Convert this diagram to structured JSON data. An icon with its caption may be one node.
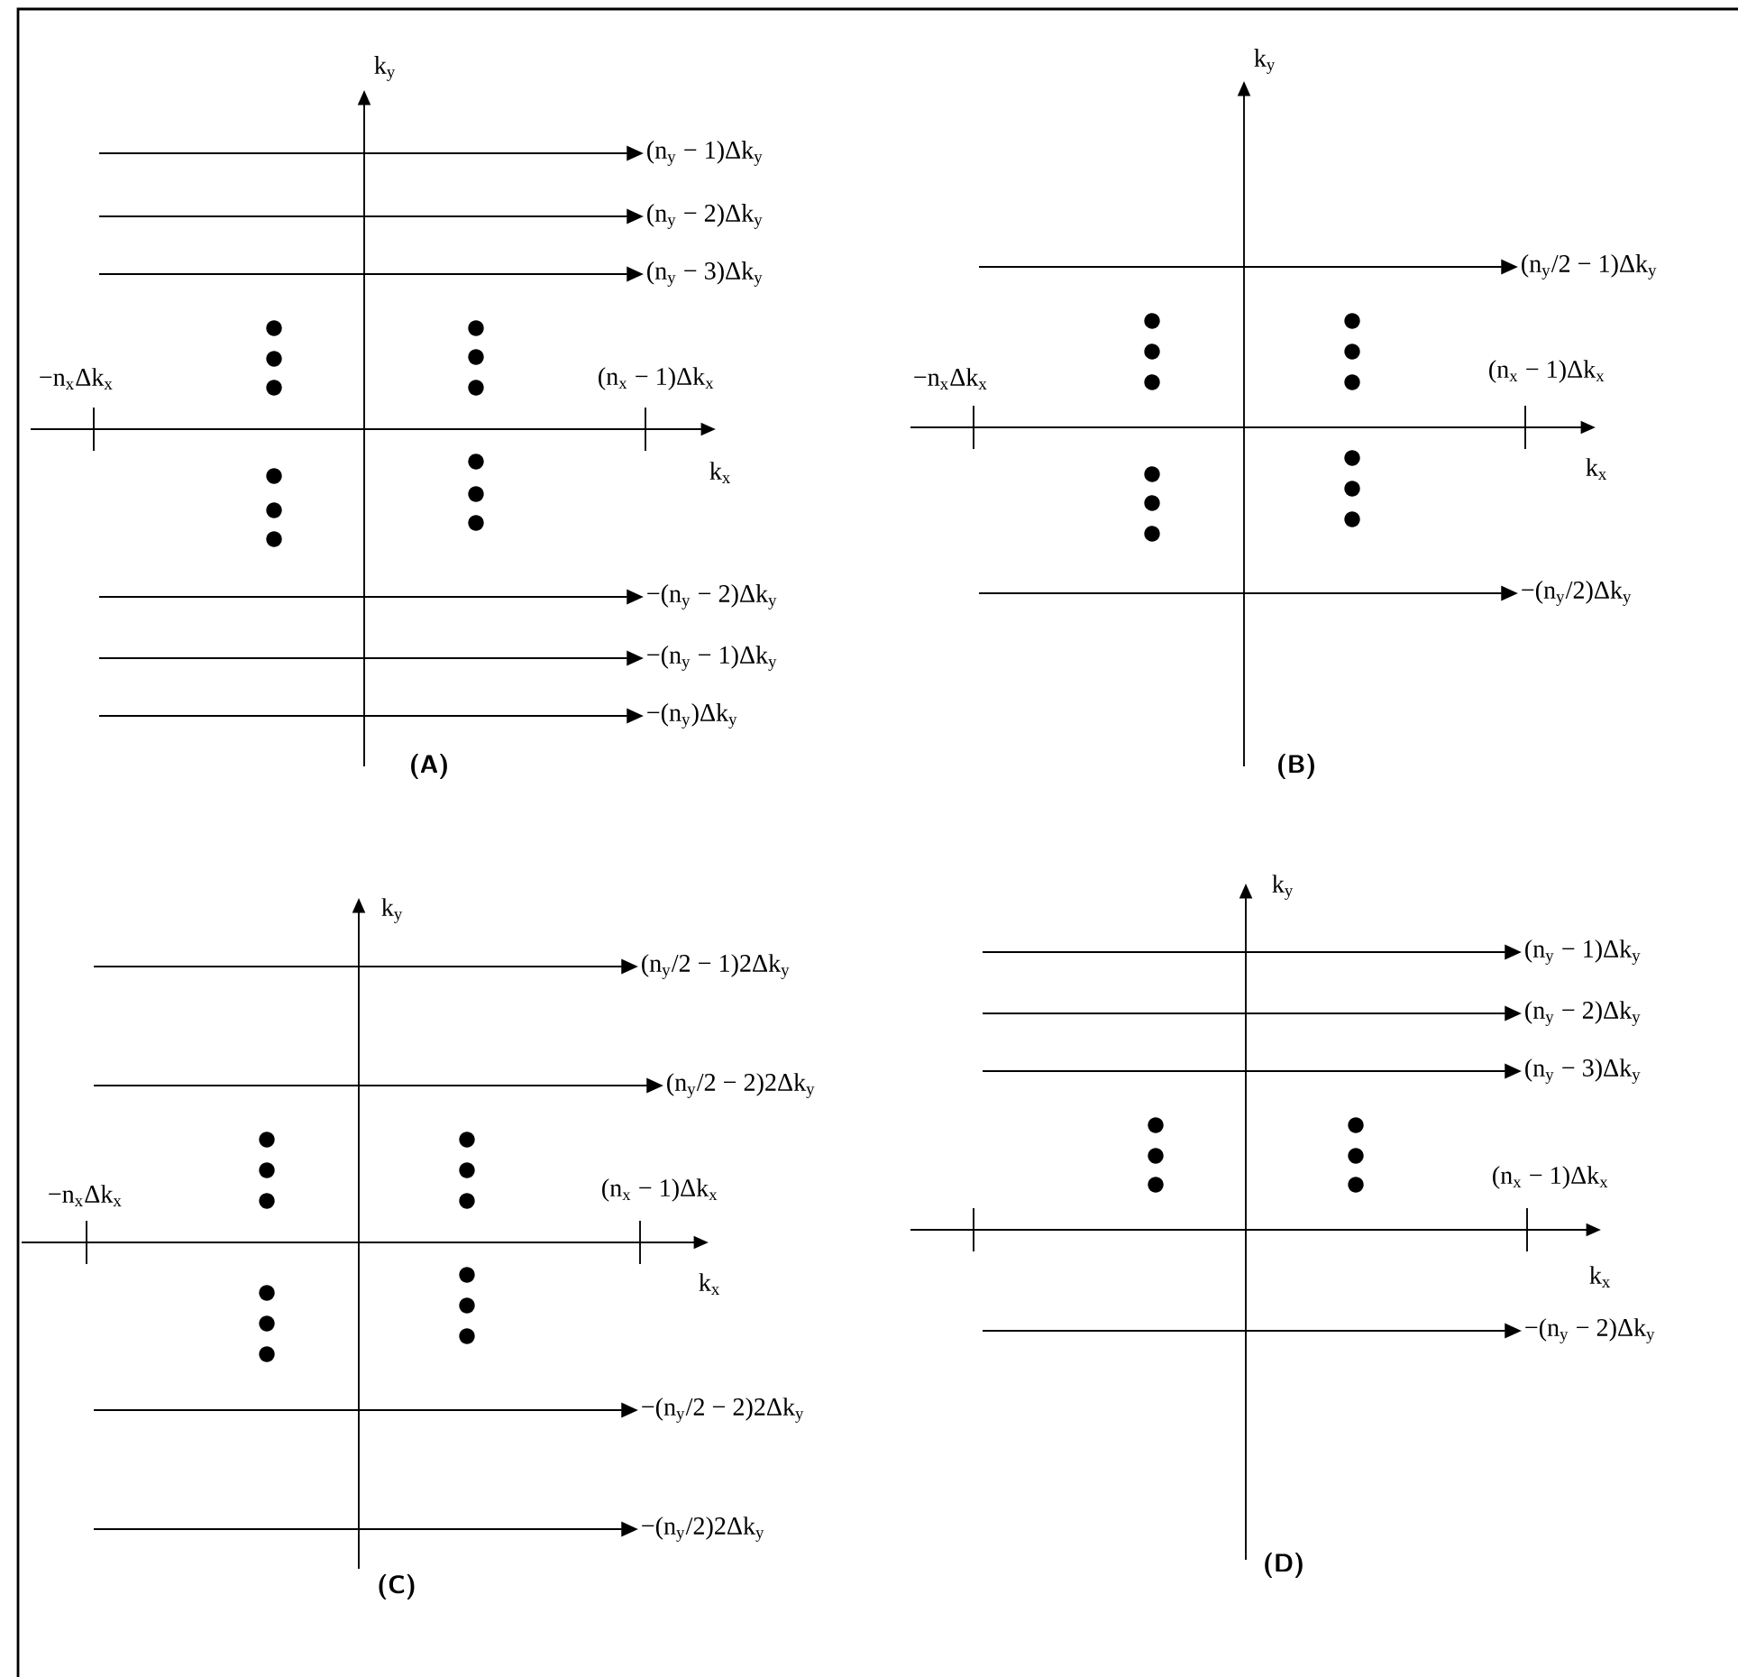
{
  "diagram": {
    "nodes": [
      {
        "text": [
          "(n$_{y}$ − 1)Δk$_{y}$"
        ]
      },
      {
        "text": [
          "(n$_{y}$ − 2)Δk$_{y}$"
        ]
      },
      {
        "text": [
          "(n$_{y}$ − 3)Δk$_{y}$"
        ]
      },
      {
        "text": [
          "−(n$_{y}$ − 2)Δk$_{y}$"
        ]
      },
      {
        "text": [
          "−(n$_{y}$ − 1)Δk$_{y}$"
        ]
      },
      {
        "text": [
          "−(n$_{y}$)Δk$_{y}$"
        ]
      },
      {
        "text": [
          "(n$_{y}$/2 − 1)Δk$_{y}$"
        ]
      },
      {
        "text": [
          "−(n$_{y}$/2)Δk$_{y}$"
        ]
      },
      {
        "text": [
          "(n$_{y}$/2 − 1)2Δk$_{y}$"
        ]
      },
      {
        "text": [
          "(n$_{y}$/2 − 2)2Δk$_{y}$"
        ]
      },
      {
        "text": [
          "−(n$_{y}$/2 − 2)2Δk$_{y}$"
        ]
      },
      {
        "text": [
          "−(n$_{y}$/2)2Δk$_{y}$"
        ]
      },
      {
        "text": [
          "(n$_{y}$ − 1)Δk$_{y}$"
        ]
      },
      {
        "text": [
          "(n$_{y}$ − 2)Δk$_{y}$"
        ]
      },
      {
        "text": [
          "(n$_{y}$ − 3)Δk$_{y}$"
        ]
      },
      {
        "text": [
          "−(n$_{y}$ − 2)Δk$_{y}$"
        ]
      }
    ],
    "edges": [
      {
        "from": null,
        "to": 0,
        "arrow": "to"
      },
      {
        "from": null,
        "to": 1,
        "arrow": "to"
      },
      {
        "from": null,
        "to": 2,
        "arrow": "to"
      },
      {
        "from": null,
        "to": 3,
        "arrow": "to"
      },
      {
        "from": null,
        "to": 4,
        "arrow": "to"
      },
      {
        "from": null,
        "to": 5,
        "arrow": "to"
      },
      {
        "from": null,
        "to": 6,
        "arrow": "to"
      },
      {
        "from": null,
        "to": 7,
        "arrow": "to"
      },
      {
        "from": null,
        "to": 8,
        "arrow": "to"
      },
      {
        "from": null,
        "to": 9,
        "arrow": "to"
      },
      {
        "from": null,
        "to": 10,
        "arrow": "to"
      },
      {
        "from": null,
        "to": 11,
        "arrow": "to"
      },
      {
        "from": null,
        "to": 12,
        "arrow": "to"
      },
      {
        "from": null,
        "to": 13,
        "arrow": "to"
      },
      {
        "from": null,
        "to": 14,
        "arrow": "to"
      },
      {
        "from": null,
        "to": 15,
        "arrow": "to"
      }
    ],
    "labels": [
      "k$_{y}$",
      "−n$_{x}$Δk$_{x}$",
      "(n$_{x}$ − 1)Δk$_{x}$",
      "k$_{x}$",
      "(A)",
      "k$_{y}$",
      "−n$_{x}$Δk$_{x}$",
      "(n$_{x}$ − 1)Δk$_{x}$",
      "k$_{x}$",
      "(B)",
      "k$_{y}$",
      "−n$_{x}$Δk$_{x}$",
      "(n$_{x}$ − 1)Δk$_{x}$",
      "k$_{x}$",
      "(C)",
      "k$_{y}$",
      "(n$_{x}$ − 1)Δk$_{x}$",
      "k$_{x}$",
      "(D)"
    ]
  }
}
